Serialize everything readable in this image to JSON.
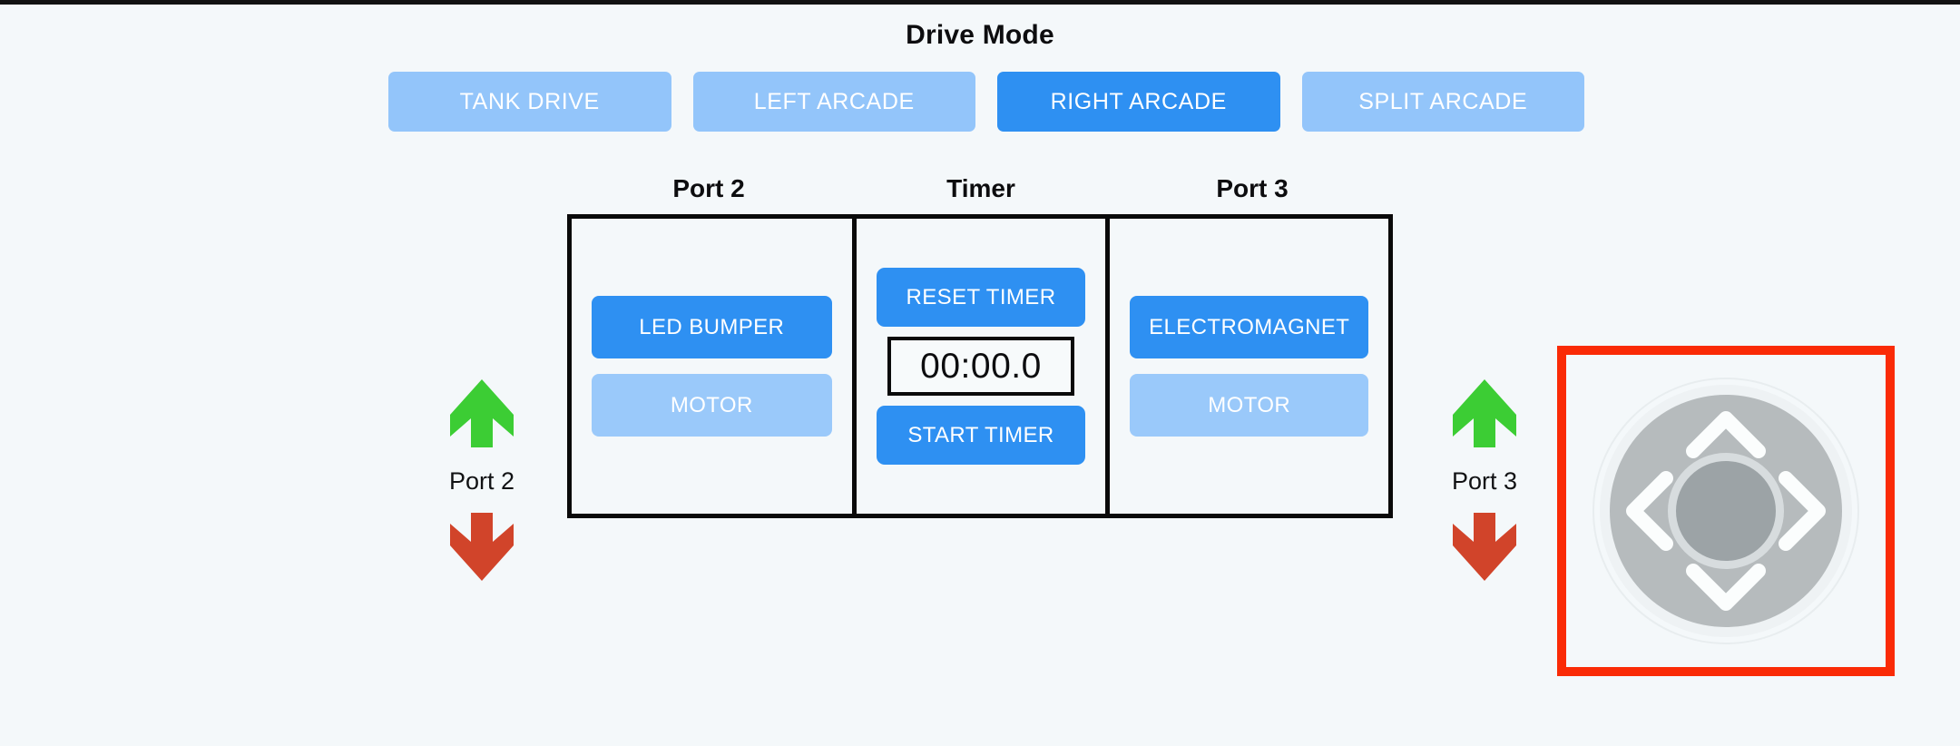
{
  "header": {
    "title": "Drive Mode"
  },
  "drive_modes": {
    "selected": "RIGHT ARCADE",
    "options": [
      {
        "label": "TANK DRIVE",
        "active": false
      },
      {
        "label": "LEFT ARCADE",
        "active": false
      },
      {
        "label": "RIGHT ARCADE",
        "active": true
      },
      {
        "label": "SPLIT ARCADE",
        "active": false
      }
    ]
  },
  "panels": {
    "port2": {
      "label": "Port 2",
      "buttons": [
        {
          "label": "LED BUMPER",
          "active": true
        },
        {
          "label": "MOTOR",
          "active": false
        }
      ]
    },
    "timer": {
      "label": "Timer",
      "reset_label": "RESET TIMER",
      "start_label": "START TIMER",
      "display": "00:00.0"
    },
    "port3": {
      "label": "Port 3",
      "buttons": [
        {
          "label": "ELECTROMAGNET",
          "active": true
        },
        {
          "label": "MOTOR",
          "active": false
        }
      ]
    }
  },
  "port_indicators": [
    {
      "name": "Port 2",
      "up_icon": "green-up-arrow-icon",
      "down_icon": "red-down-arrow-icon"
    },
    {
      "name": "Port 3",
      "up_icon": "green-up-arrow-icon",
      "down_icon": "red-down-arrow-icon"
    }
  ],
  "dpad": {
    "icon": "directional-pad-icon",
    "directions": [
      "up",
      "right",
      "down",
      "left"
    ],
    "highlight_border": "#fa2b06"
  },
  "colors": {
    "background": "#f4f8fa",
    "accent_active": "#2e90f2",
    "accent_inactive": "#93c5fa",
    "arrow_up": "#3ccd34",
    "arrow_down": "#d1442a",
    "border": "#0a0a0a",
    "highlight": "#fa2b06",
    "dpad_disc": "#b6bbbd",
    "dpad_center": "#9ca3a6"
  }
}
